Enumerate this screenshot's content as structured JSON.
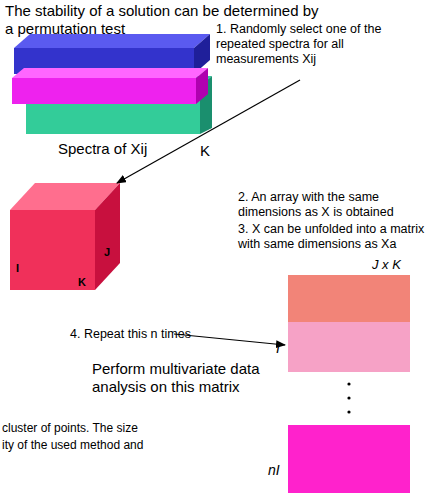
{
  "diagram": {
    "title": "The stability of a solution can be determined by a permutation test",
    "labels": [
      "1. Randomly select one of the repeated spectra for all measurements Xij",
      "Spectra of Xij",
      "K",
      "2. An array with the same dimensions as X is obtained",
      "3. X can be unfolded into a matrix with same dimensions as Xa",
      "I",
      "J",
      "K",
      "J x K",
      "I",
      "4. Repeat this n times",
      "Perform multivariate data analysis on this matrix",
      "nI",
      "cluster of points. The size",
      "ity of the used method and"
    ]
  }
}
